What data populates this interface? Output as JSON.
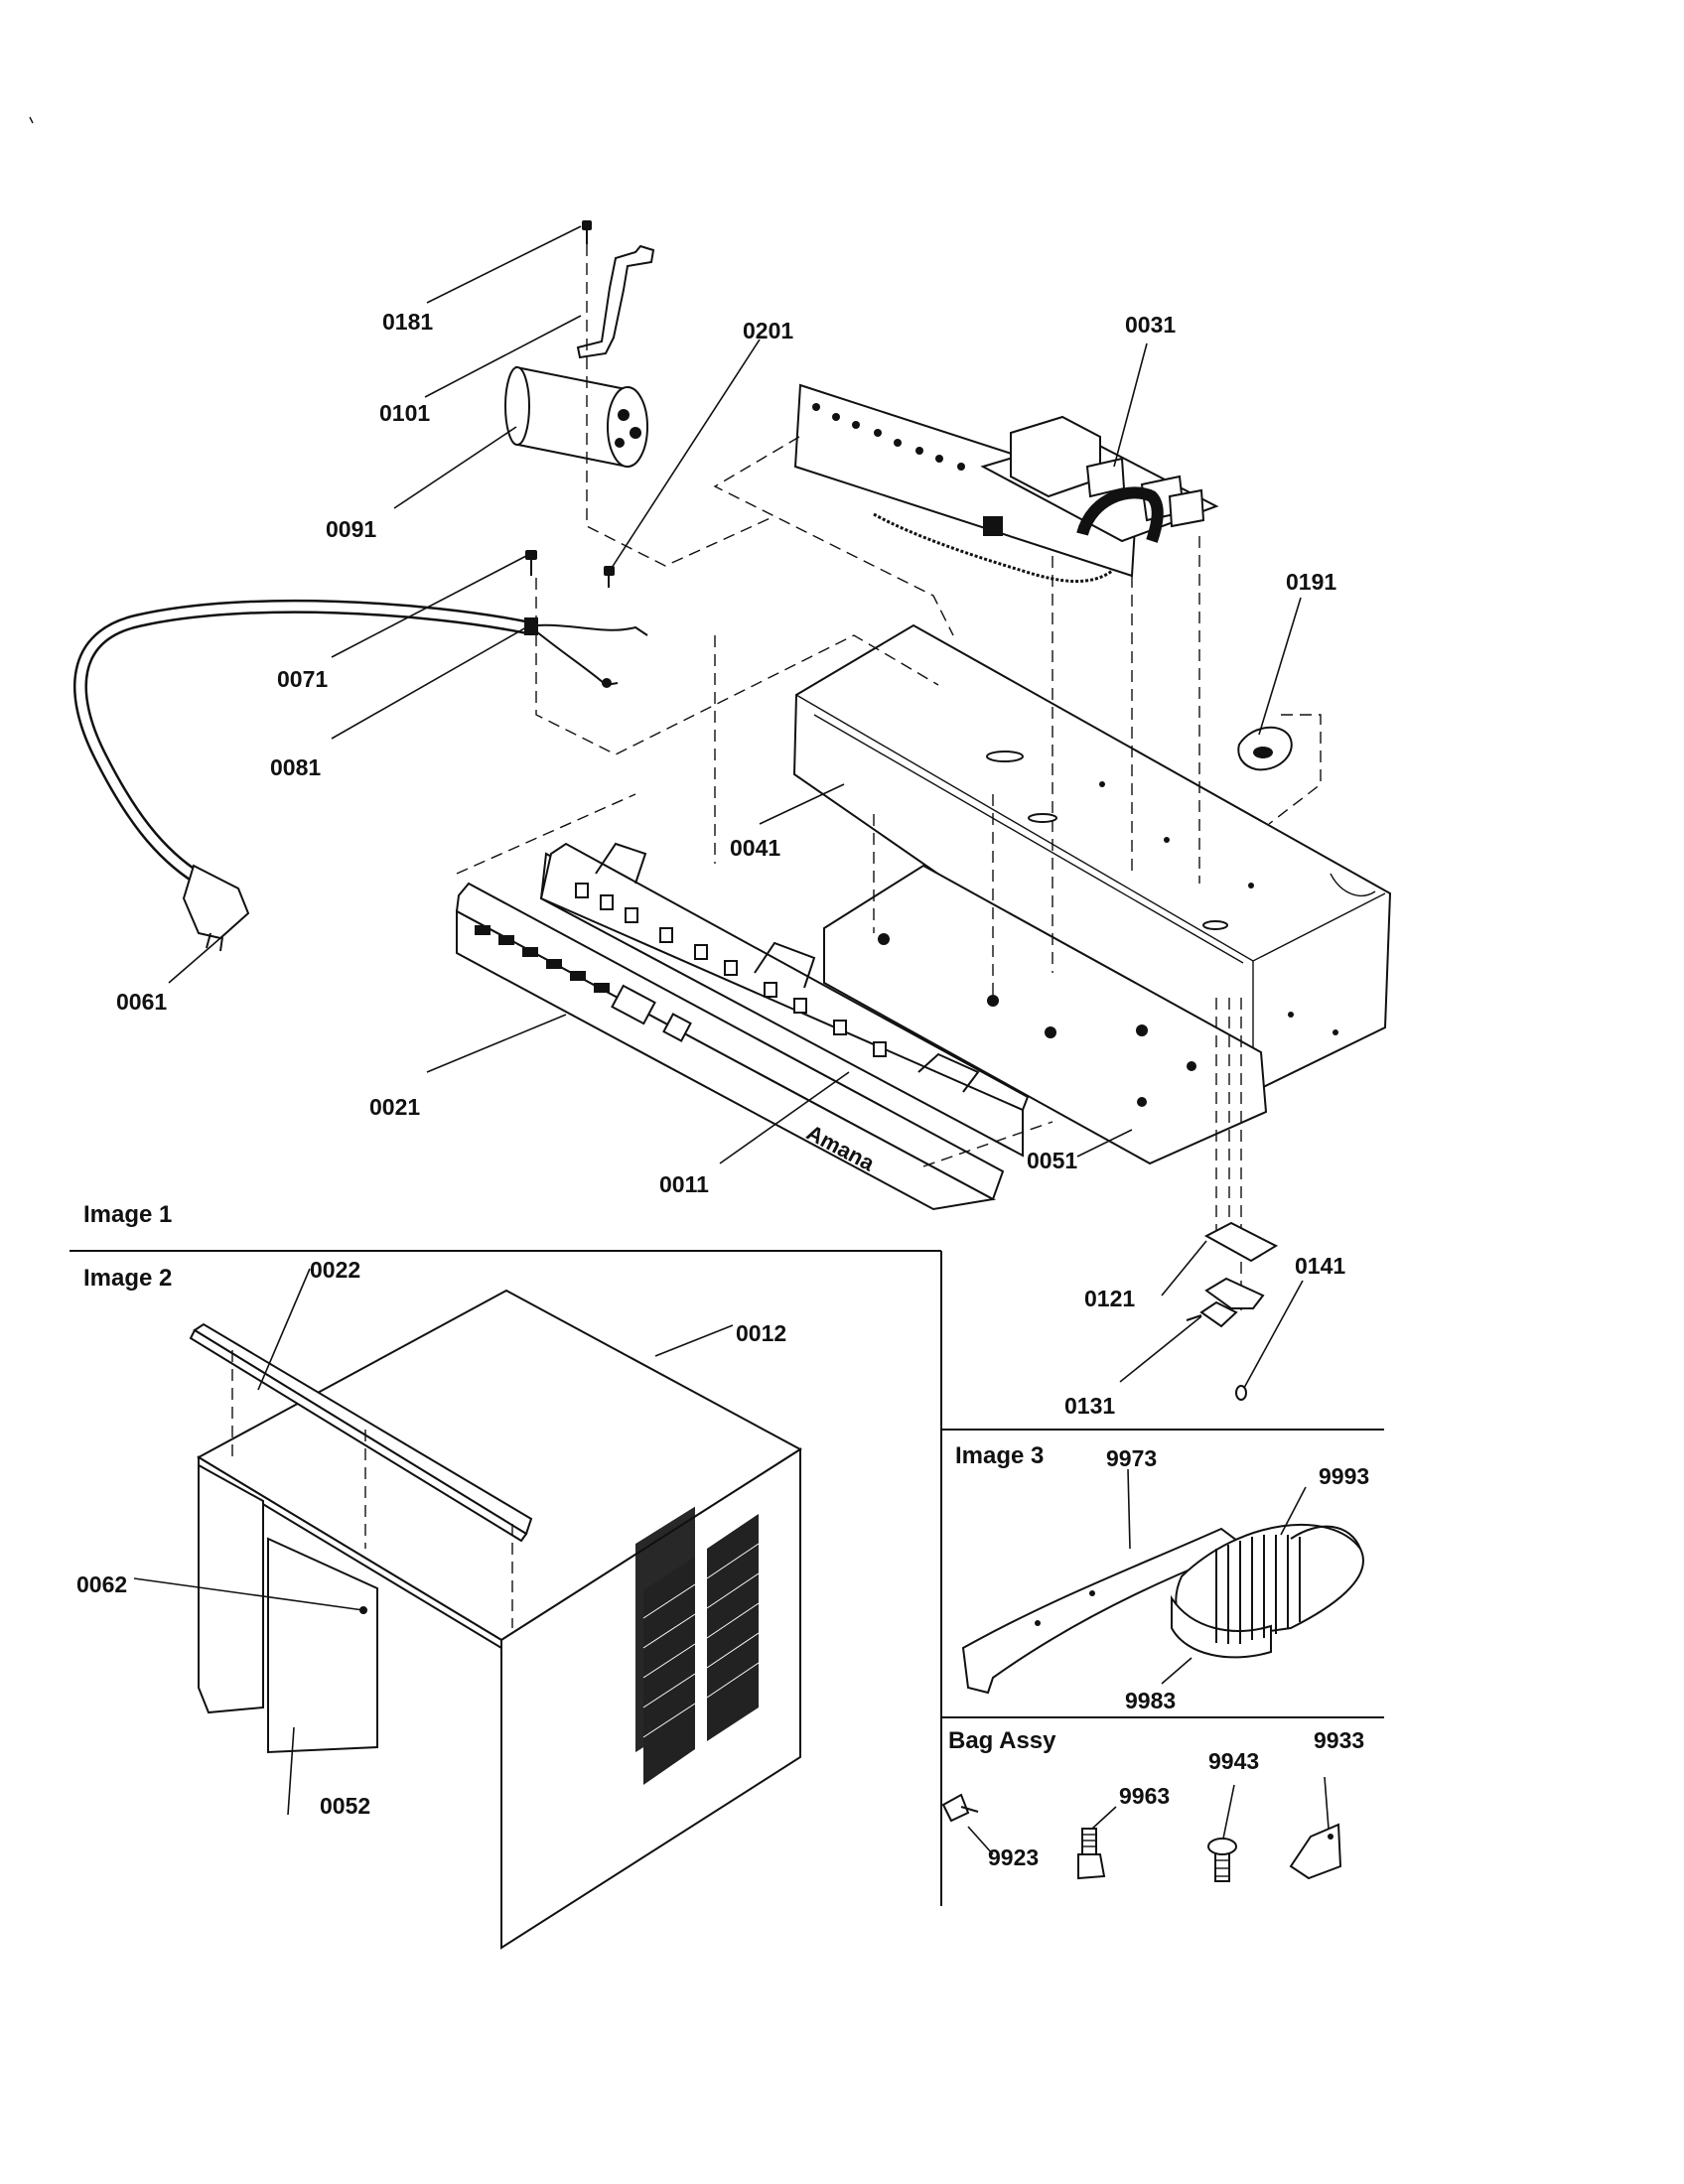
{
  "sections": {
    "image1": "Image 1",
    "image2": "Image 2",
    "image3": "Image 3",
    "bag": "Bag Assy"
  },
  "brand": {
    "line1": "Amana",
    "line2": ""
  },
  "parts": {
    "p0181": "0181",
    "p0101": "0101",
    "p0201": "0201",
    "p0031": "0031",
    "p0091": "0091",
    "p0191": "0191",
    "p0071": "0071",
    "p0081": "0081",
    "p0041": "0041",
    "p0061": "0061",
    "p0021": "0021",
    "p0011": "0011",
    "p0051": "0051",
    "p0022": "0022",
    "p0012": "0012",
    "p0121": "0121",
    "p0141": "0141",
    "p0131": "0131",
    "p0062": "0062",
    "p0052": "0052",
    "p9973": "9973",
    "p9993": "9993",
    "p9983": "9983",
    "p9943": "9943",
    "p9933": "9933",
    "p9963": "9963",
    "p9923": "9923"
  }
}
